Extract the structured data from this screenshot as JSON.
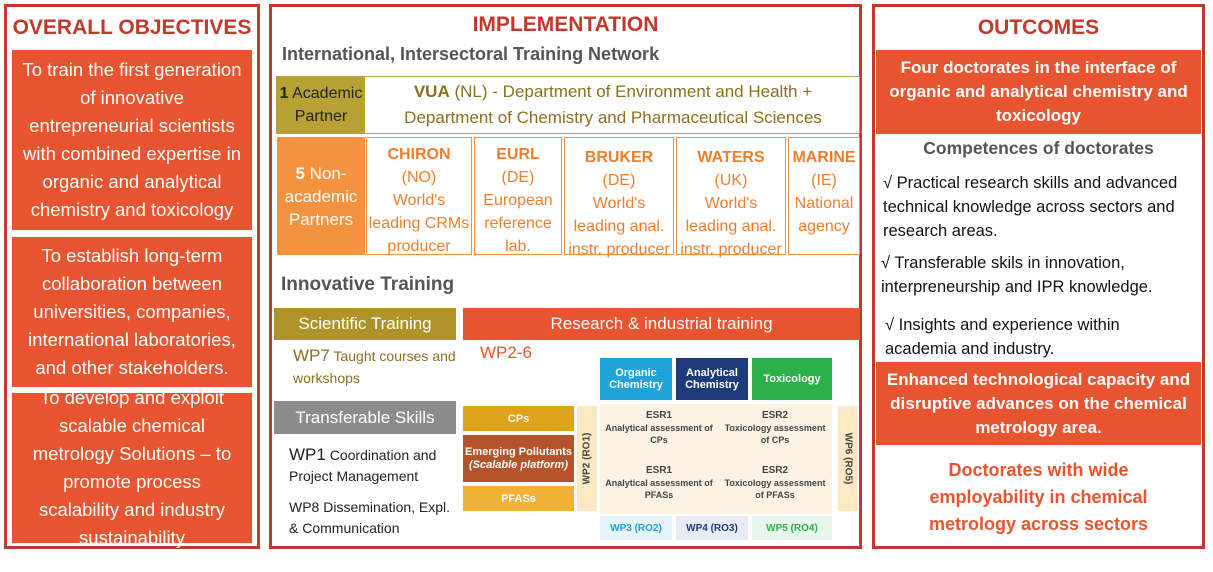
{
  "objectives": {
    "title": "OVERALL OBJECTIVES",
    "items": [
      "To train the first generation of innovative entrepreneurial scientists with combined expertise in organic and analytical chemistry and toxicology",
      "To establish long-term collaboration between universities, companies, international laboratories, and other stakeholders.",
      "To develop and exploit scalable chemical metrology Solutions – to promote process scalability and industry sustainability"
    ]
  },
  "implementation": {
    "title": "IMPLEMENTATION",
    "network_title": "International, Intersectoral Training Network",
    "academic": {
      "count": "1",
      "label": "Academic Partner",
      "name": "VUA",
      "country": "(NL)",
      "desc": "- Department of Environment and Health + Department of Chemistry and Pharmaceutical Sciences"
    },
    "nonacademic": {
      "count": "5",
      "label": "Non-academic Partners",
      "partners": [
        {
          "name": "CHIRON",
          "country": "(NO)",
          "desc": "World's leading CRMs producer"
        },
        {
          "name": "EURL",
          "country": "(DE)",
          "desc": "European reference lab."
        },
        {
          "name": "BRUKER",
          "country": "(DE)",
          "desc": "World's leading anal. instr. producer"
        },
        {
          "name": "WATERS",
          "country": "(UK)",
          "desc": "World's leading anal. instr. producer"
        },
        {
          "name": "MARINE",
          "country": "(IE)",
          "desc": "National agency"
        }
      ]
    },
    "training_title": "Innovative Training",
    "scientific": {
      "label": "Scientific Training",
      "wp": "WP7",
      "desc": "Taught courses and workshops"
    },
    "transferable": {
      "label": "Transferable Skills",
      "wp1": "WP1",
      "wp1_desc": "Coordination and Project Management",
      "wp8": "WP8 Dissemination, Expl. & Communication"
    },
    "research": {
      "label": "Research & industrial training",
      "wp": "WP2-6",
      "cols": [
        {
          "label": "Organic Chemistry",
          "color": "#1fa3d8"
        },
        {
          "label": "Analytical Chemistry",
          "color": "#1f3a7a"
        },
        {
          "label": "Toxicology",
          "color": "#2bb04a"
        }
      ],
      "rows": [
        {
          "label": "CPs",
          "color": "#e0a21a"
        },
        {
          "label": "Emerging Pollutants",
          "sub": "(Scalable platform)",
          "color": "#b5542b"
        },
        {
          "label": "PFASs",
          "color": "#f2b035"
        }
      ],
      "left_wp": "WP2 (RO1)",
      "right_wp": "WP6 (RO5)",
      "cells": [
        {
          "title": "ESR1",
          "desc": "Analytical assessment of CPs"
        },
        {
          "title": "ESR2",
          "desc": "Toxicology assessment of CPs"
        },
        {
          "title": "ESR1",
          "desc": "Analytical assessment of PFASs"
        },
        {
          "title": "ESR2",
          "desc": "Toxicology assessment of PFASs"
        }
      ],
      "bottom_wps": [
        {
          "label": "WP3 (RO2)",
          "color": "#1fa3d8"
        },
        {
          "label": "WP4 (RO3)",
          "color": "#1f3a7a"
        },
        {
          "label": "WP5 (RO4)",
          "color": "#2bb04a"
        }
      ]
    }
  },
  "outcomes": {
    "title": "OUTCOMES",
    "top": "Four doctorates in the interface of organic and analytical chemistry and toxicology",
    "competences_title": "Competences of doctorates",
    "competences": [
      "√  Practical research skills and advanced technical knowledge across sectors and research areas.",
      "√ Transferable skils in innovation, interpreneurship and IPR knowledge.",
      "√ Insights and experience within academia and industry."
    ],
    "capacity": "Enhanced technological capacity and disruptive advances on the chemical metrology area.",
    "employ": "Doctorates with wide employability in chemical metrology across sectors"
  }
}
